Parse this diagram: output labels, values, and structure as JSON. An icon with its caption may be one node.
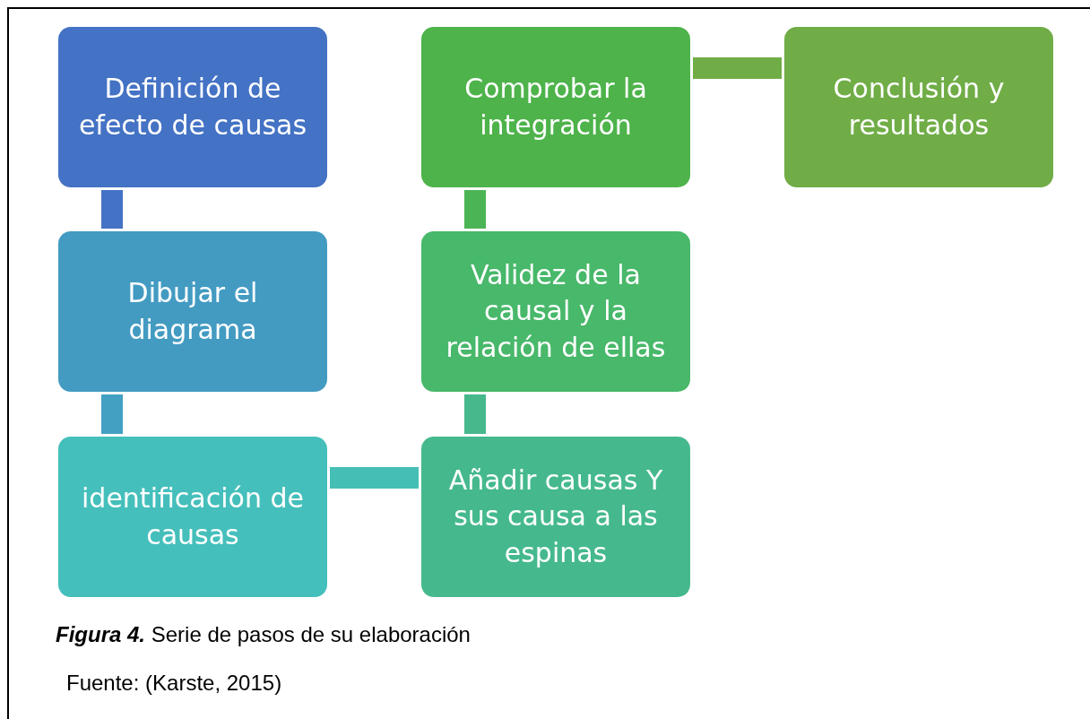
{
  "diagram": {
    "caption": "**Figura 4.** Serie de pasos de su elaboración",
    "nodes": [
      {
        "text": [
          "Definición de efecto de causas"
        ]
      },
      {
        "text": [
          "Dibujar el diagrama"
        ]
      },
      {
        "text": [
          "identificación de causas"
        ]
      },
      {
        "text": [
          "Añadir causas Y sus causa a las espinas"
        ]
      },
      {
        "text": [
          "Validez de la causal y la relación de ellas"
        ]
      },
      {
        "text": [
          "Comprobar la integración"
        ]
      },
      {
        "text": [
          "Conclusión y resultados"
        ]
      }
    ],
    "edges": [
      {
        "from": 0,
        "to": 1,
        "arrow": "none",
        "color": "#4472c4"
      },
      {
        "from": 1,
        "to": 2,
        "arrow": "none",
        "color": "#43a0c2"
      },
      {
        "from": 2,
        "to": 3,
        "arrow": "none",
        "color": "#45bfb5"
      },
      {
        "from": 3,
        "to": 4,
        "arrow": "none",
        "color": "#46b88c"
      },
      {
        "from": 4,
        "to": 5,
        "arrow": "none",
        "color": "#4bb454"
      },
      {
        "from": 5,
        "to": 6,
        "arrow": "none",
        "color": "#70ad47"
      }
    ],
    "labels": [
      "Fuente: (Karste, 2015)"
    ]
  }
}
